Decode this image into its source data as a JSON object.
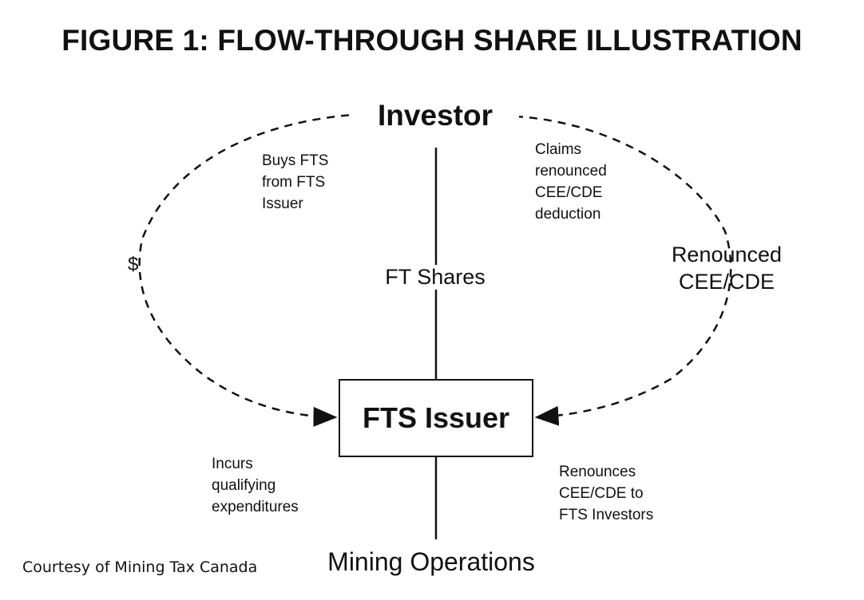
{
  "title": "FIGURE 1: FLOW-THROUGH SHARE ILLUSTRATION",
  "nodes": {
    "investor": "Investor",
    "issuer": "FTS Issuer",
    "mining": "Mining Operations"
  },
  "edge_labels": {
    "dollar": "$",
    "ft_shares": "FT Shares",
    "renounced": [
      "Renounced",
      "CEE/CDE"
    ]
  },
  "notes": {
    "buys": [
      "Buys FTS",
      "from FTS",
      "Issuer"
    ],
    "claims": [
      "Claims",
      "renounced",
      "CEE/CDE",
      "deduction"
    ],
    "incurs": [
      "Incurs",
      "qualifying",
      "expenditures"
    ],
    "renounces": [
      "Renounces",
      "CEE/CDE to",
      "FTS Investors"
    ]
  },
  "credit": "Courtesy of Mining Tax Canada"
}
